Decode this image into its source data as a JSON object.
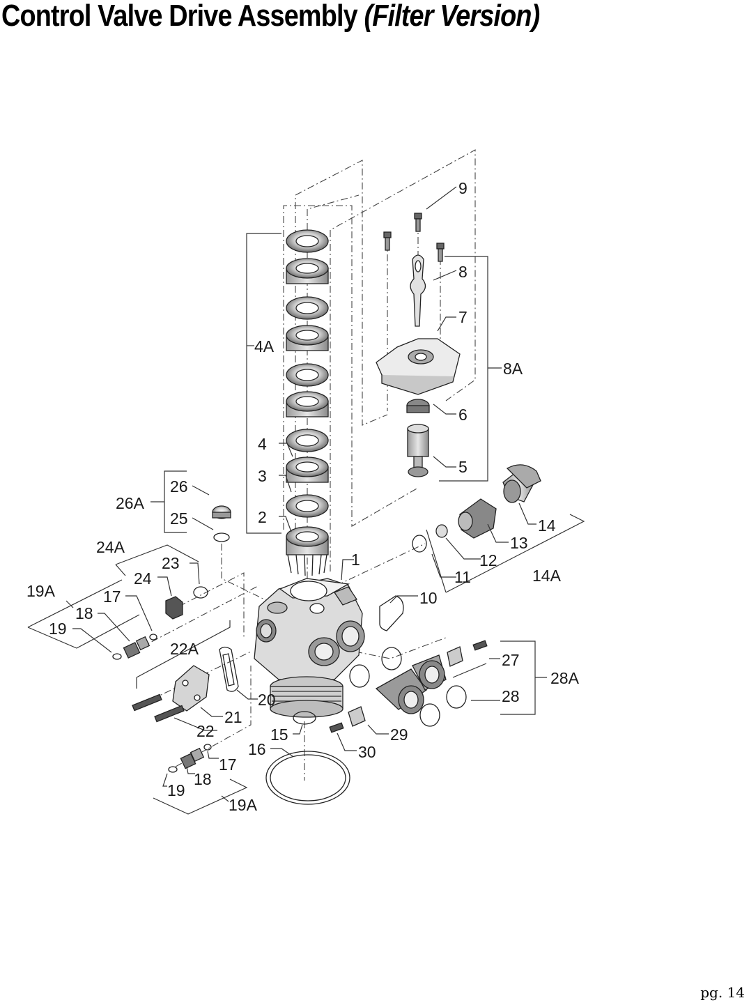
{
  "title": {
    "main": "Control Valve Drive Assembly",
    "variant": "(Filter Version)"
  },
  "callouts": [
    "1",
    "2",
    "3",
    "4",
    "4A",
    "5",
    "6",
    "7",
    "8",
    "8A",
    "9",
    "10",
    "11",
    "12",
    "13",
    "14",
    "14A",
    "15",
    "16",
    "17",
    "18",
    "19",
    "19A",
    "20",
    "21",
    "22",
    "22A",
    "23",
    "24",
    "24A",
    "25",
    "26",
    "26A",
    "27",
    "28",
    "28A",
    "29",
    "30"
  ],
  "callouts_duplicate": [
    "17",
    "18",
    "19",
    "19A"
  ],
  "page_number": "pg. 14"
}
